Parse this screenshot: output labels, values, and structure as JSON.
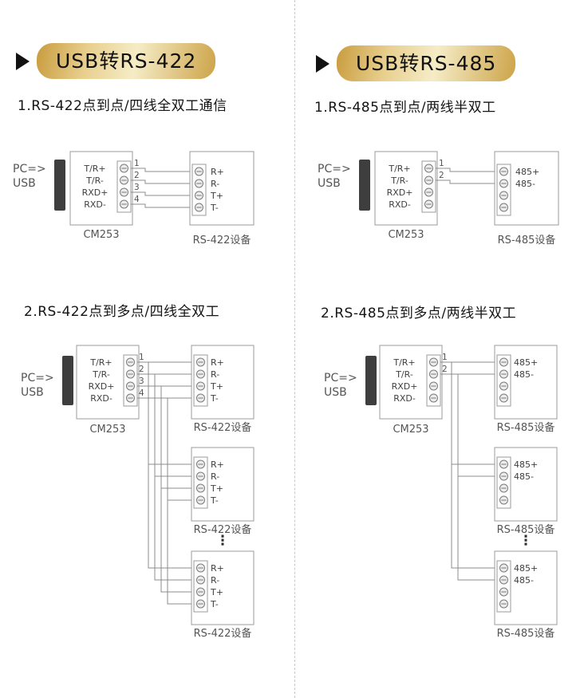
{
  "left": {
    "header": {
      "label": "USB转RS-422"
    },
    "s1": {
      "title": "1.RS-422点到点/四线全双工通信",
      "pc1": "PC=>",
      "pc2": "USB",
      "pins": [
        "T/R+",
        "T/R-",
        "RXD+",
        "RXD-"
      ],
      "nums": [
        "1",
        "2",
        "3",
        "4"
      ],
      "adapter": "CM253",
      "dev_pins": [
        "R+",
        "R-",
        "T+",
        "T-"
      ],
      "dev": "RS-422设备"
    },
    "s2": {
      "title": "2.RS-422点到多点/四线全双工",
      "pc1": "PC=>",
      "pc2": "USB",
      "pins": [
        "T/R+",
        "T/R-",
        "RXD+",
        "RXD-"
      ],
      "nums": [
        "1",
        "2",
        "3",
        "4"
      ],
      "adapter": "CM253",
      "dev_pins": [
        "R+",
        "R-",
        "T+",
        "T-"
      ],
      "dev": "RS-422设备",
      "dots": "⋮"
    }
  },
  "right": {
    "header": {
      "label": "USB转RS-485"
    },
    "s1": {
      "title": "1.RS-485点到点/两线半双工",
      "pc1": "PC=>",
      "pc2": "USB",
      "pins": [
        "T/R+",
        "T/R-",
        "RXD+",
        "RXD-"
      ],
      "nums": [
        "1",
        "2"
      ],
      "adapter": "CM253",
      "dev_pins": [
        "485+",
        "485-"
      ],
      "dev": "RS-485设备"
    },
    "s2": {
      "title": "2.RS-485点到多点/两线半双工",
      "pc1": "PC=>",
      "pc2": "USB",
      "pins": [
        "T/R+",
        "T/R-",
        "RXD+",
        "RXD-"
      ],
      "nums": [
        "1",
        "2"
      ],
      "adapter": "CM253",
      "dev_pins": [
        "485+",
        "485-"
      ],
      "dev": "RS-485设备",
      "dots": "⋮"
    }
  }
}
